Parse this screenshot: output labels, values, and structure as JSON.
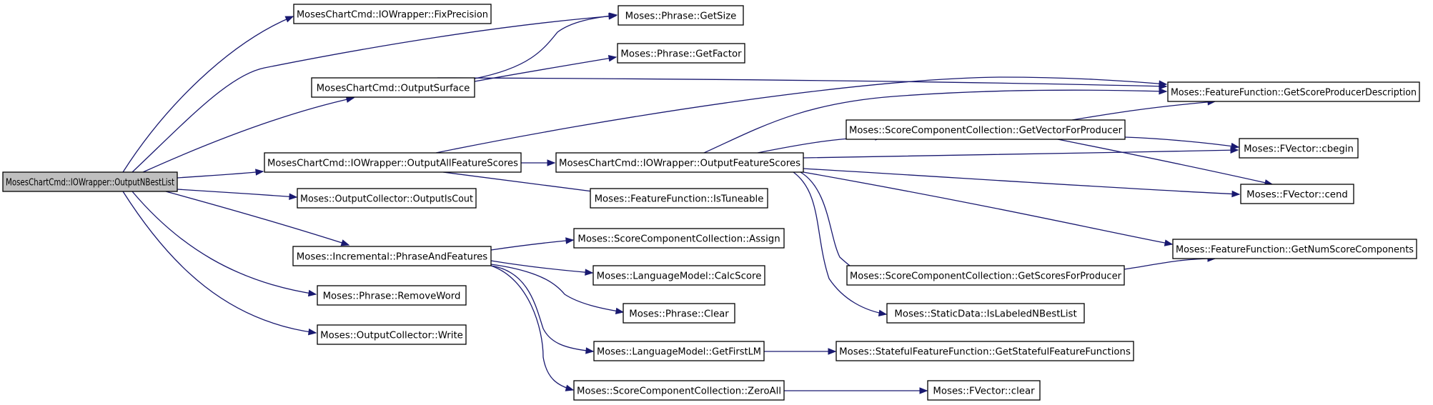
{
  "graph": {
    "nodes": [
      {
        "id": "n0",
        "label": "MosesChartCmd::IOWrapper::OutputNBestList",
        "root": true
      },
      {
        "id": "n1",
        "label": "MosesChartCmd::IOWrapper::FixPrecision"
      },
      {
        "id": "n2",
        "label": "Moses::Phrase::GetSize"
      },
      {
        "id": "n3",
        "label": "MosesChartCmd::OutputSurface"
      },
      {
        "id": "n4",
        "label": "Moses::Phrase::GetFactor"
      },
      {
        "id": "n5",
        "label": "MosesChartCmd::IOWrapper::OutputAllFeatureScores"
      },
      {
        "id": "n6",
        "label": "Moses::FeatureFunction::GetScoreProducerDescription"
      },
      {
        "id": "n7",
        "label": "MosesChartCmd::IOWrapper::OutputFeatureScores"
      },
      {
        "id": "n8",
        "label": "Moses::FeatureFunction::IsTuneable"
      },
      {
        "id": "n9",
        "label": "Moses::ScoreComponentCollection::GetVectorForProducer"
      },
      {
        "id": "n10",
        "label": "Moses::FVector::cbegin"
      },
      {
        "id": "n11",
        "label": "Moses::FVector::cend"
      },
      {
        "id": "n12",
        "label": "Moses::FeatureFunction::GetNumScoreComponents"
      },
      {
        "id": "n13",
        "label": "Moses::ScoreComponentCollection::GetScoresForProducer"
      },
      {
        "id": "n14",
        "label": "Moses::StaticData::IsLabeledNBestList"
      },
      {
        "id": "n15",
        "label": "Moses::OutputCollector::OutputIsCout"
      },
      {
        "id": "n16",
        "label": "Moses::Incremental::PhraseAndFeatures"
      },
      {
        "id": "n17",
        "label": "Moses::ScoreComponentCollection::Assign"
      },
      {
        "id": "n18",
        "label": "Moses::LanguageModel::CalcScore"
      },
      {
        "id": "n19",
        "label": "Moses::Phrase::Clear"
      },
      {
        "id": "n20",
        "label": "Moses::LanguageModel::GetFirstLM"
      },
      {
        "id": "n21",
        "label": "Moses::StatefulFeatureFunction::GetStatefulFeatureFunctions"
      },
      {
        "id": "n22",
        "label": "Moses::ScoreComponentCollection::ZeroAll"
      },
      {
        "id": "n23",
        "label": "Moses::FVector::clear"
      },
      {
        "id": "n24",
        "label": "Moses::Phrase::RemoveWord"
      },
      {
        "id": "n25",
        "label": "Moses::OutputCollector::Write"
      }
    ],
    "edges": [
      {
        "from": "n0",
        "to": "n1"
      },
      {
        "from": "n0",
        "to": "n2"
      },
      {
        "from": "n0",
        "to": "n3"
      },
      {
        "from": "n0",
        "to": "n5"
      },
      {
        "from": "n0",
        "to": "n15"
      },
      {
        "from": "n0",
        "to": "n16"
      },
      {
        "from": "n0",
        "to": "n24"
      },
      {
        "from": "n0",
        "to": "n25"
      },
      {
        "from": "n3",
        "to": "n2"
      },
      {
        "from": "n3",
        "to": "n4"
      },
      {
        "from": "n3",
        "to": "n6"
      },
      {
        "from": "n5",
        "to": "n6"
      },
      {
        "from": "n5",
        "to": "n7"
      },
      {
        "from": "n5",
        "to": "n8"
      },
      {
        "from": "n7",
        "to": "n6"
      },
      {
        "from": "n7",
        "to": "n9"
      },
      {
        "from": "n7",
        "to": "n10"
      },
      {
        "from": "n7",
        "to": "n11"
      },
      {
        "from": "n7",
        "to": "n12"
      },
      {
        "from": "n7",
        "to": "n13"
      },
      {
        "from": "n7",
        "to": "n14"
      },
      {
        "from": "n9",
        "to": "n6"
      },
      {
        "from": "n9",
        "to": "n10"
      },
      {
        "from": "n9",
        "to": "n11"
      },
      {
        "from": "n13",
        "to": "n12"
      },
      {
        "from": "n16",
        "to": "n17"
      },
      {
        "from": "n16",
        "to": "n18"
      },
      {
        "from": "n16",
        "to": "n19"
      },
      {
        "from": "n16",
        "to": "n20"
      },
      {
        "from": "n16",
        "to": "n22"
      },
      {
        "from": "n20",
        "to": "n21"
      },
      {
        "from": "n22",
        "to": "n23"
      }
    ]
  },
  "colors": {
    "edge": "#191970",
    "root_fill": "#bfbfbf",
    "node_fill": "#ffffff",
    "node_border": "#000000"
  }
}
